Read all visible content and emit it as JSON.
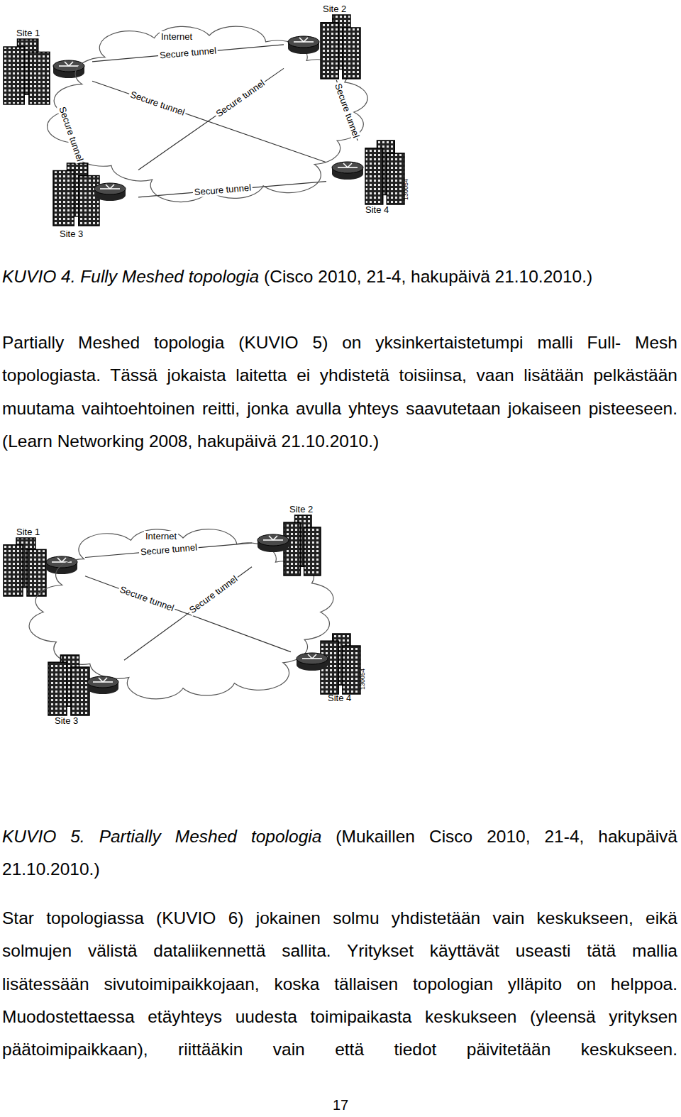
{
  "diagram": {
    "nodes": [
      {
        "text": [
          "Site 1"
        ]
      },
      {
        "text": [
          "Internet"
        ]
      },
      {
        "text": [
          "Site 2"
        ]
      },
      {
        "text": [
          "Site 3"
        ]
      },
      {
        "text": [
          "Site 4"
        ]
      },
      {
        "text": [
          "Site 1"
        ]
      },
      {
        "text": [
          "Internet"
        ]
      },
      {
        "text": [
          "Site 2"
        ]
      },
      {
        "text": [
          "Site 3"
        ]
      },
      {
        "text": [
          "Site 4"
        ]
      }
    ],
    "edges": [
      {
        "from": 0,
        "to": 2,
        "label": "Secure tunnel",
        "arrow": "none"
      },
      {
        "from": 0,
        "to": 4,
        "label": "Secure tunnel",
        "arrow": "none"
      },
      {
        "from": 0,
        "to": 3,
        "label": "Secure tunnel",
        "arrow": "none"
      },
      {
        "from": 2,
        "to": 3,
        "label": "Secure tunnel",
        "arrow": "none"
      },
      {
        "from": 2,
        "to": 4,
        "label": "Secure tunnel",
        "arrow": "none"
      },
      {
        "from": 3,
        "to": 4,
        "label": "Secure tunnel",
        "arrow": "none"
      },
      {
        "from": 5,
        "to": 7,
        "label": "Secure tunnel",
        "arrow": "none"
      },
      {
        "from": 5,
        "to": 9,
        "label": "Secure tunnel",
        "arrow": "none"
      },
      {
        "from": 7,
        "to": 8,
        "label": "Secure tunnel",
        "arrow": "none"
      }
    ],
    "labels": [
      "130054",
      "KUVIO 4. Fully Meshed topologia",
      "(Cisco 2010, 21-4, hakupäivä 21.10.2010.)",
      "Partially Meshed topologia (KUVIO 5) on yksinkertaistetumpi malli Full- Mesh topologiasta. Tässä jokaista laitetta ei yhdistetä toisiinsa, vaan lisätään pelkästään muutama vaihtoehtoinen reitti, jonka avulla yhteys saavutetaan jokaiseen pisteeseen. (Learn Networking 2008, hakupäivä 21.10.2010.)",
      "130054",
      "KUVIO 5. Partially Meshed topologia",
      "(Mukaillen Cisco 2010, 21-4, hakupäivä 21.10.2010.)",
      "Star topologiassa (KUVIO 6) jokainen solmu yhdistetään vain keskukseen, eikä solmujen välistä dataliikennettä sallita. Yritykset käyttävät useasti tätä mallia lisätessään sivutoimipaikkojaan, koska tällaisen topologian ylläpito on helppoa. Muodostettaessa etäyhteys uudesta toimipaikasta keskukseen (yleensä yrityksen päätoimipaikkaan), riittääkin vain että tiedot päivitetään keskukseen.",
      "17"
    ]
  }
}
